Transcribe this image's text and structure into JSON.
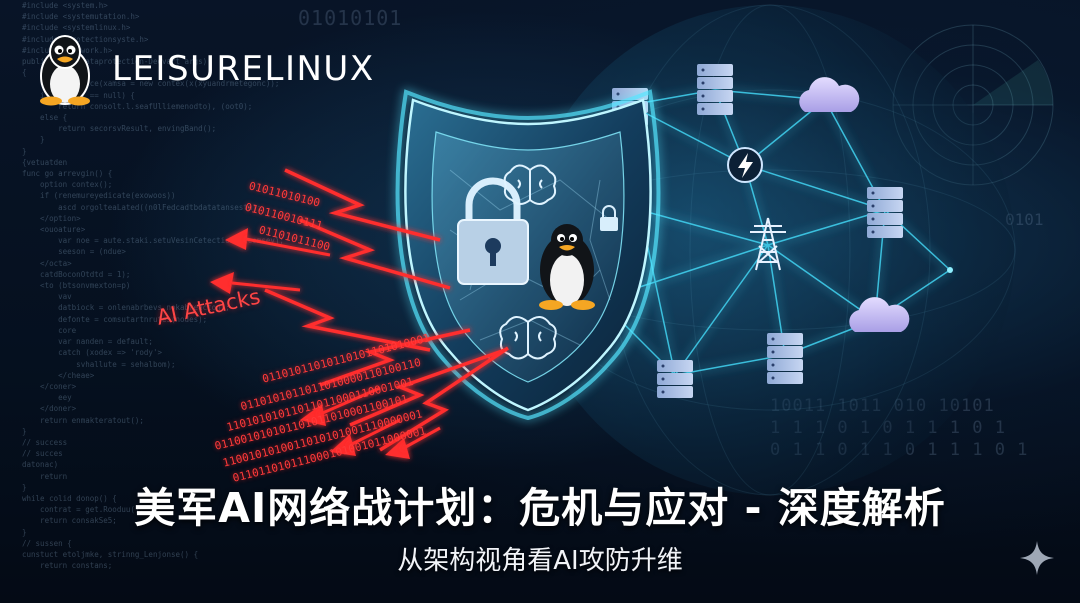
{
  "brand": {
    "name": "LEISURELINUX",
    "logo_icon": "tux-penguin-icon"
  },
  "title": "美军AI网络战计划：危机与应对 - 深度解析",
  "subtitle": "从架构视角看AI攻防升维",
  "attack_label": "AI Attacks",
  "binary_red": [
    "01011010100",
    "010110010111",
    "01101011100",
    "01101011010110101101010001",
    "0110101011011010000110100110",
    "11010101011011011000110001001",
    "011001010101101011010001100101",
    "1100101010011010101001110000001",
    "011011010111000101001011000001"
  ],
  "binary_faint": {
    "top": "01010101",
    "right": "0101",
    "bottom": [
      "10011 1011 010 10101",
      "1 1 1 0  1 0  1 1 1 0 1",
      "0 1 1 0 1 1 0 1 1 1 0 1"
    ]
  },
  "code_lines": [
    "#include <system.h>",
    "#include <systemutation.h>",
    "#include <systemlinux.h>",
    "#include <protectionsyste.h>",
    "#include <network.h>",
    "",
    "",
    "",
    "",
    "public class(dataprotection-Dedvart args)",
    "{",
    "    const service(xamsa = new contex(x(xyuandrmetegonc));",
    "    if (centex == null) {",
    "        return consolt.l.seafUlliemenodto), (oot0);",
    "    else {",
    "        return secorsvResult, envingBand();",
    "    }",
    "}",
    "",
    "{vetuatden",
    "func go arrevgin() {",
    "    option contex();",
    "    if (renemureyedicate(exowoos))",
    "        ascd orgolteaLated((n0lFedcadtbdatatansesta);",
    "    </option>",
    "    <ouoature>",
    "        var noe = aute.staki.setuVesinCetectionBytcomsevj;",
    "        seeson = (ndue>",
    "    </octa>",
    "    catdBoconOtdtd = 1);",
    "    <to (btsonvmexton=p)",
    "        vav",
    "        datbiock = onlenabrbevs.nokabreacton);",
    "        defonte = comsutartnrutes(nodes);",
    "        core",
    "        var nanden = default;",
    "        catch (xodex => 'rody'>",
    "            svhallute = sehalbom);",
    "        </cheae>",
    "    </coner>",
    "        eey",
    "    </doner>",
    "    return enmakteratout();",
    "}",
    "",
    "// success",
    "// succes",
    "datonac)",
    "    return",
    "}",
    "while colid donop() {",
    "    contrat = get.Rooduu();",
    "    return consakSe5;",
    "}",
    "// sussen {",
    "cunstuct etoljmke, strinng_Lenjonse() {",
    "    return constans;"
  ],
  "network": {
    "node_types": [
      "server-icon",
      "cloud-icon",
      "power-bolt-icon",
      "power-tower-icon"
    ]
  },
  "shield": {
    "icons": [
      "padlock-icon",
      "tux-penguin-icon",
      "brain-icon",
      "small-lock-icon"
    ]
  },
  "colors": {
    "accent_cyan": "#47e0ff",
    "attack_red": "#ff3030",
    "background": "#050b16"
  },
  "corner_icon": "sparkle-icon"
}
